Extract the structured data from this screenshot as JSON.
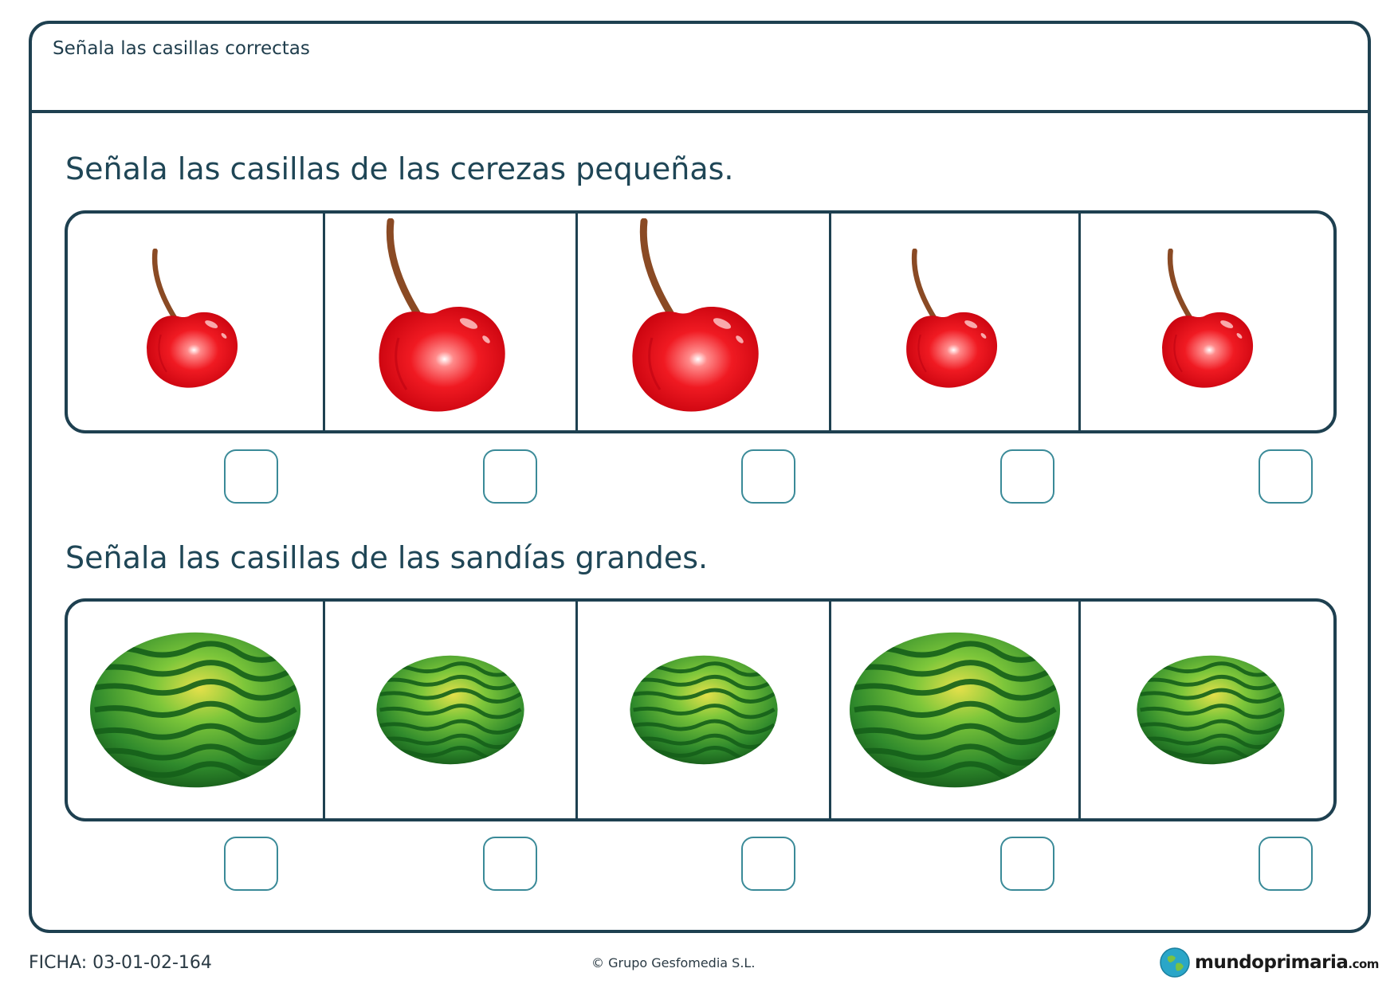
{
  "header": {
    "title": "Señala las casillas correctas"
  },
  "questions": [
    {
      "prompt": "Señala las casillas de las cerezas pequeñas.",
      "items": [
        {
          "icon": "cherry-icon",
          "size": "small"
        },
        {
          "icon": "cherry-icon",
          "size": "large"
        },
        {
          "icon": "cherry-icon",
          "size": "large"
        },
        {
          "icon": "cherry-icon",
          "size": "small"
        },
        {
          "icon": "cherry-icon",
          "size": "small"
        }
      ]
    },
    {
      "prompt": "Señala las casillas de las sandías grandes.",
      "items": [
        {
          "icon": "watermelon-icon",
          "size": "large"
        },
        {
          "icon": "watermelon-icon",
          "size": "small"
        },
        {
          "icon": "watermelon-icon",
          "size": "small"
        },
        {
          "icon": "watermelon-icon",
          "size": "large"
        },
        {
          "icon": "watermelon-icon",
          "size": "small"
        }
      ]
    }
  ],
  "footer": {
    "ficha": "FICHA: 03-01-02-164",
    "copyright": "© Grupo Gesfomedia S.L.",
    "logo_main": "mundoprimaria",
    "logo_suffix": ".com"
  },
  "colors": {
    "frame": "#1e4050",
    "checkbox": "#3a8a98",
    "cherry": "#e8101e",
    "melon": "#2f8a2c"
  }
}
